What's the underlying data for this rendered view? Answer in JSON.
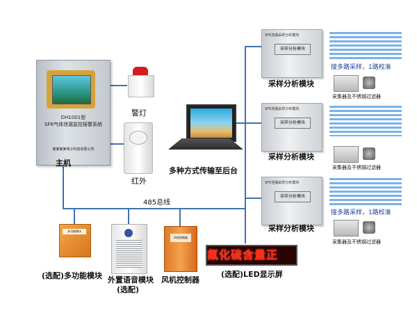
{
  "host": {
    "label": "主机",
    "model": "DH1001型",
    "system_title": "SF6气体泄漏监控报警系统",
    "maker": "某某某某电子科技有限公司"
  },
  "peripherals": {
    "alarm_light": "警灯",
    "infrared": "红外"
  },
  "laptop_caption": "多种方式传输至后台",
  "bus_label": "485总线",
  "sampling_units": [
    {
      "caption": "采样分析模块",
      "panel_text": "采样分析模块",
      "panel_header": "SF6泄漏采样分析模块",
      "note": "接多路采样，1路校准",
      "filter_caption": "采集器及不锈钢过滤器"
    },
    {
      "caption": "采样分析模块",
      "panel_text": "采样分析模块",
      "panel_header": "SF6泄漏采样分析模块",
      "note": "",
      "filter_caption": "采集器及不锈钢过滤器"
    },
    {
      "caption": "采样分析模块",
      "panel_text": "采样分析模块",
      "panel_header": "SF6泄漏采样分析模块",
      "note": "接多路采样，1路校准",
      "filter_caption": "采集器及不锈钢过滤器"
    }
  ],
  "bottom_devices": {
    "multi_module": "(选配)多功能模块",
    "multi_tag": "多功能模块",
    "speaker_line1": "外置语音模块",
    "speaker_line2": "(选配)",
    "fan_controller": "风机控制器",
    "fan_plate": "风机控制器",
    "led_text": "氟化硫含量正",
    "led_caption": "(选配)LED显示屏"
  },
  "colors": {
    "bus": "#3f6fb0",
    "led_text": "#ff2a14",
    "stripe": "#7ab1e8"
  }
}
